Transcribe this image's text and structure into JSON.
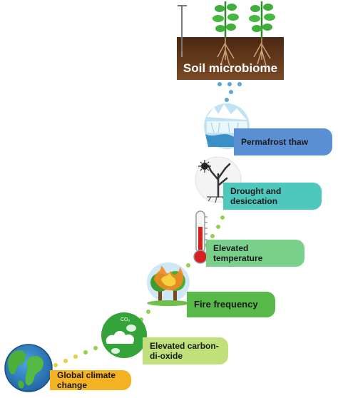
{
  "diagram": {
    "title": "Soil microbiome",
    "steps": [
      {
        "label": "Global climate\nchange",
        "color": "#f5b324",
        "icon": "globe-icon"
      },
      {
        "label": "Elevated carbon-\ndi-oxide",
        "color": "#bfe07a",
        "icon": "co2-cloud-icon"
      },
      {
        "label": "Fire frequency",
        "color": "#57b947",
        "icon": "fire-trees-icon"
      },
      {
        "label": "Elevated\ntemperature",
        "color": "#78d08a",
        "icon": "thermometer-icon"
      },
      {
        "label": "Drought and\ndesiccation",
        "color": "#4ec7bd",
        "icon": "dead-tree-icon"
      },
      {
        "label": "Permafrost thaw",
        "color": "#5b8fd4",
        "icon": "glacier-icon"
      }
    ],
    "colors": {
      "soil": "#6b3f1f",
      "soil_dark": "#4a2812",
      "plant": "#3fae3a",
      "dots_green": "#8fd14a",
      "dots_yellow": "#e8cf3a",
      "dots_blue": "#5aa6d8"
    }
  }
}
